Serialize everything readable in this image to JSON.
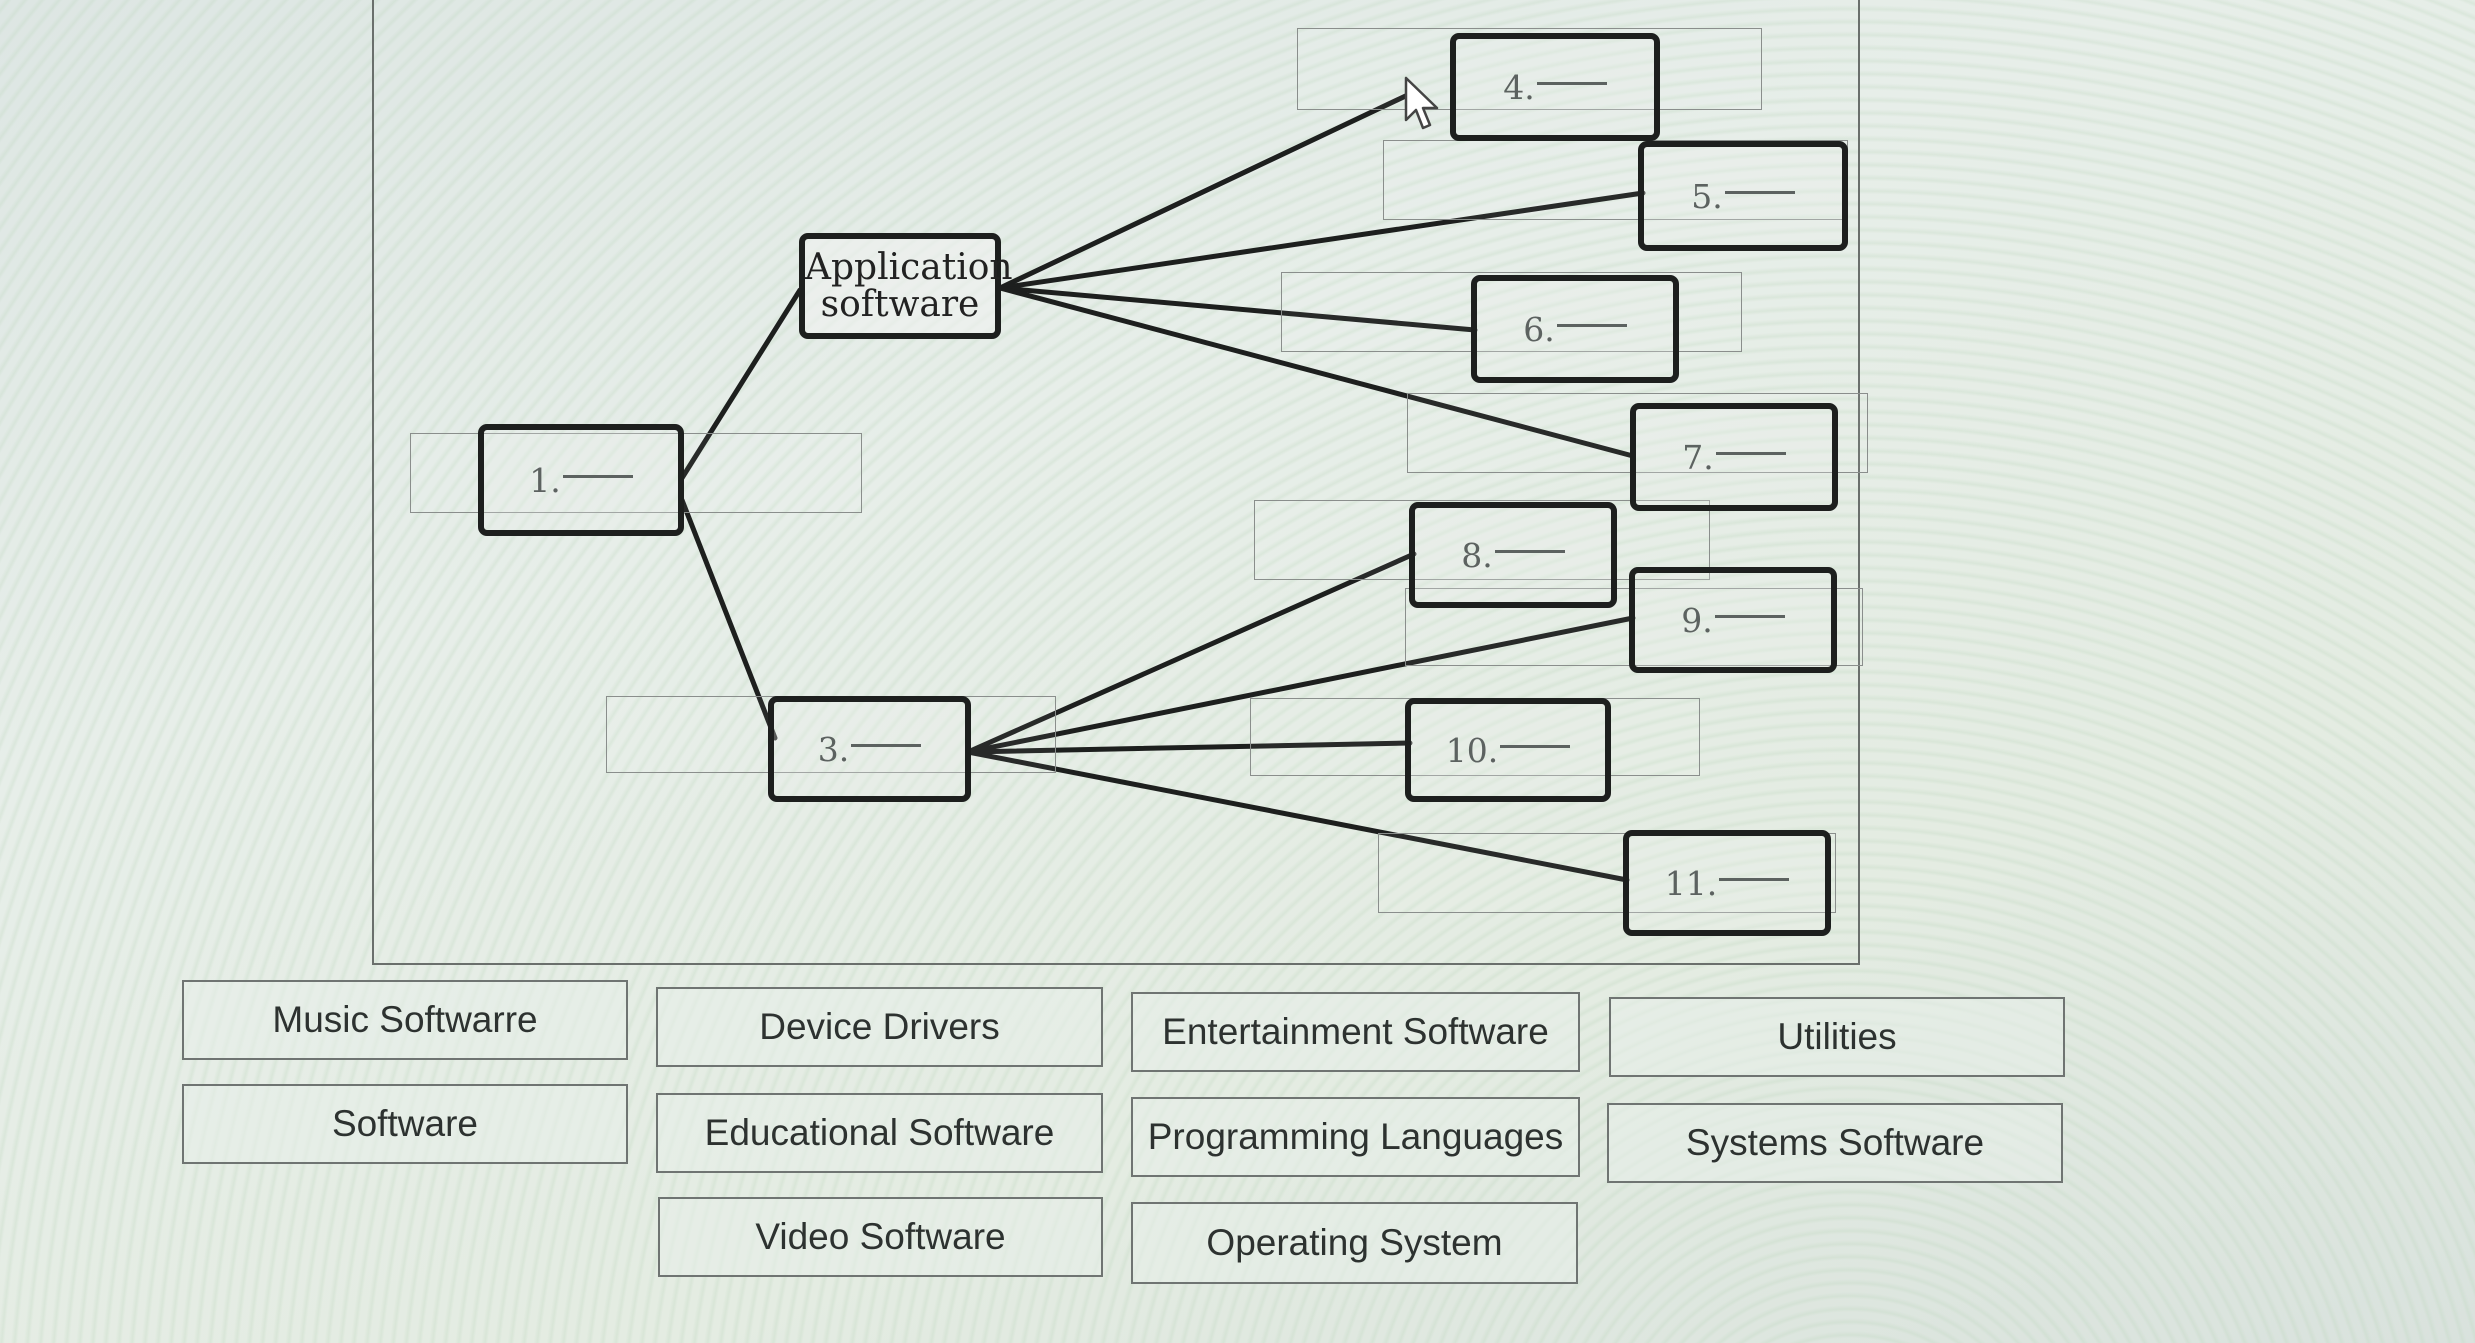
{
  "diagram": {
    "root": {
      "line1": "Application",
      "line2": "software"
    },
    "nodes": [
      {
        "id": "n1",
        "label": "1."
      },
      {
        "id": "n3",
        "label": "3."
      },
      {
        "id": "n4",
        "label": "4."
      },
      {
        "id": "n5",
        "label": "5."
      },
      {
        "id": "n6",
        "label": "6."
      },
      {
        "id": "n7",
        "label": "7."
      },
      {
        "id": "n8",
        "label": "8."
      },
      {
        "id": "n9",
        "label": "9."
      },
      {
        "id": "n10",
        "label": "10."
      },
      {
        "id": "n11",
        "label": "11."
      }
    ]
  },
  "answer_bank": [
    "Music Softwarre",
    "Device Drivers",
    "Entertainment Software",
    "Utilities",
    "Software",
    "Educational Software",
    "Programming Languages",
    "Systems Software",
    "Video Software",
    "Operating System"
  ],
  "colors": {
    "node_border": "#1d1f1e",
    "line": "#1d1f1e",
    "chip_border": "#6f7472"
  }
}
